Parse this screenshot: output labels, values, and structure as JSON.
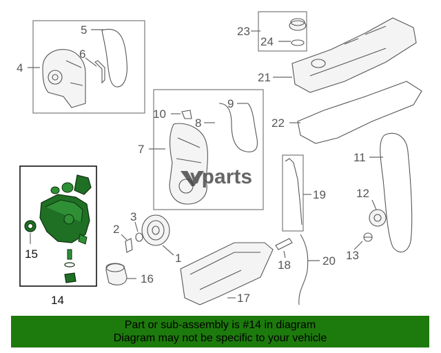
{
  "watermark": {
    "logo_text": "vparts"
  },
  "callouts": {
    "c1": "1",
    "c2": "2",
    "c3": "3",
    "c4": "4",
    "c5": "5",
    "c6": "6",
    "c7": "7",
    "c8": "8",
    "c9": "9",
    "c10": "10",
    "c11": "11",
    "c12": "12",
    "c13": "13",
    "c14": "14",
    "c15": "15",
    "c16": "16",
    "c17": "17",
    "c18": "18",
    "c19": "19",
    "c20": "20",
    "c21": "21",
    "c22": "22",
    "c23": "23",
    "c24": "24"
  },
  "highlight": {
    "part_number": "14",
    "color": "#1f6f25"
  },
  "footer": {
    "background": "#1d7a0c",
    "line1": "Part or sub-assembly is #14 in diagram",
    "line2": "Diagram may not be specific to your vehicle"
  }
}
